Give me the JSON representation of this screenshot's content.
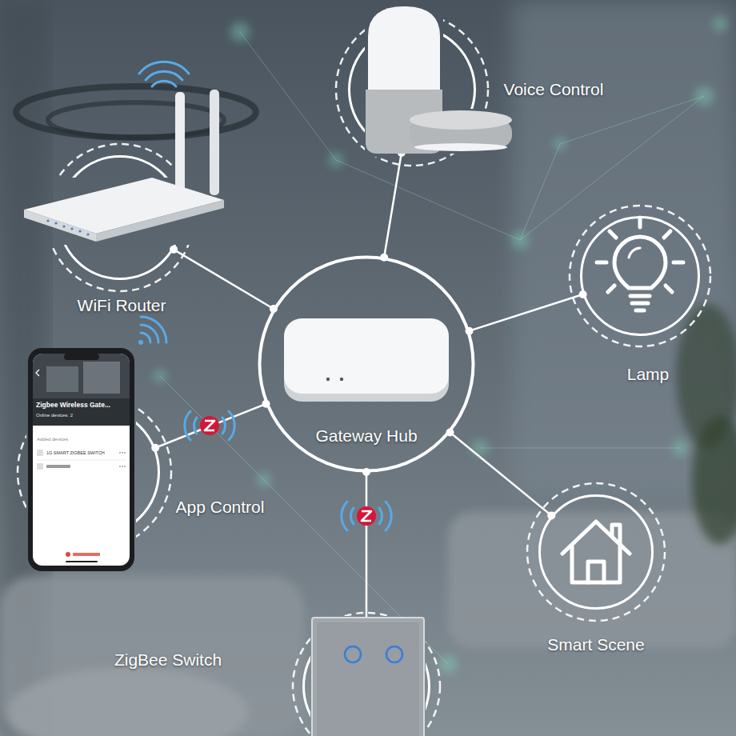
{
  "diagram": {
    "nodes": [
      {
        "text": [
          "Voice Control"
        ]
      },
      {
        "text": [
          "WiFi Router"
        ]
      },
      {
        "text": [
          "Lamp"
        ]
      },
      {
        "text": [
          "Gateway Hub"
        ]
      },
      {
        "text": [
          "App Control"
        ]
      },
      {
        "text": [
          "Smart Scene"
        ]
      },
      {
        "text": [
          "ZigBee Switch"
        ]
      }
    ],
    "edges": [
      {
        "from": 3,
        "to": 0,
        "arrow": "none"
      },
      {
        "from": 3,
        "to": 1,
        "arrow": "none"
      },
      {
        "from": 3,
        "to": 2,
        "arrow": "none"
      },
      {
        "from": 3,
        "to": 4,
        "arrow": "none"
      },
      {
        "from": 3,
        "to": 5,
        "arrow": "none"
      },
      {
        "from": 3,
        "to": 6,
        "arrow": "none"
      }
    ],
    "labels": [
      "Zigbee Wireless Gate...",
      "Online devices: 2",
      "Added devices",
      "1G SMART ZIGBEE SWITCH"
    ]
  }
}
